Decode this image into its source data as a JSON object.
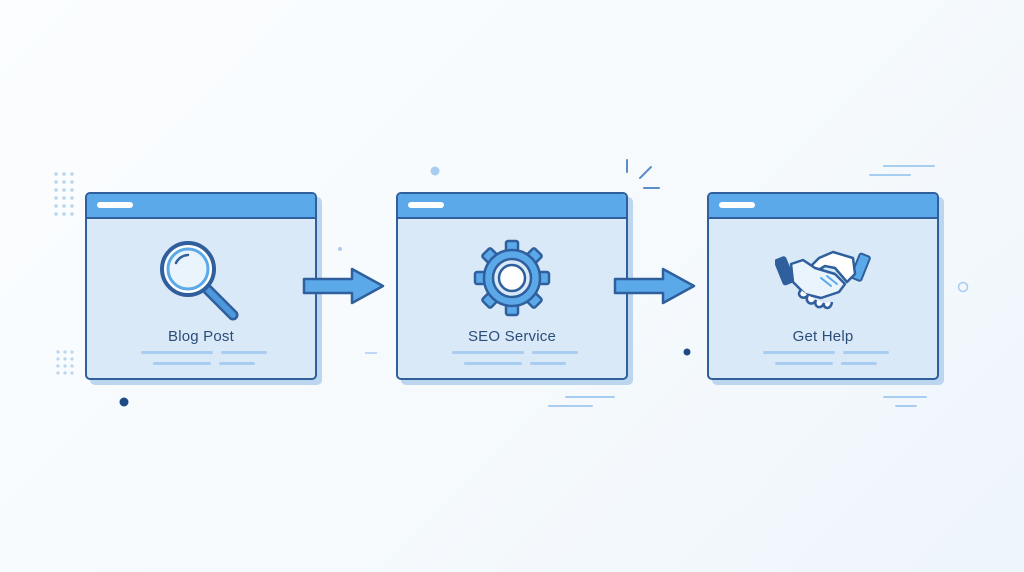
{
  "flow": {
    "steps": [
      {
        "label": "Blog Post",
        "icon": "magnifying-glass-icon"
      },
      {
        "label": "SEO Service",
        "icon": "gear-icon"
      },
      {
        "label": "Get Help",
        "icon": "handshake-icon"
      }
    ]
  },
  "colors": {
    "background": "#f6fafd",
    "card_fill": "#d9e9f8",
    "titlebar": "#5ca9ea",
    "outline": "#2f5f9c",
    "accent_light": "#a9cdf0",
    "text": "#2c4d78"
  }
}
